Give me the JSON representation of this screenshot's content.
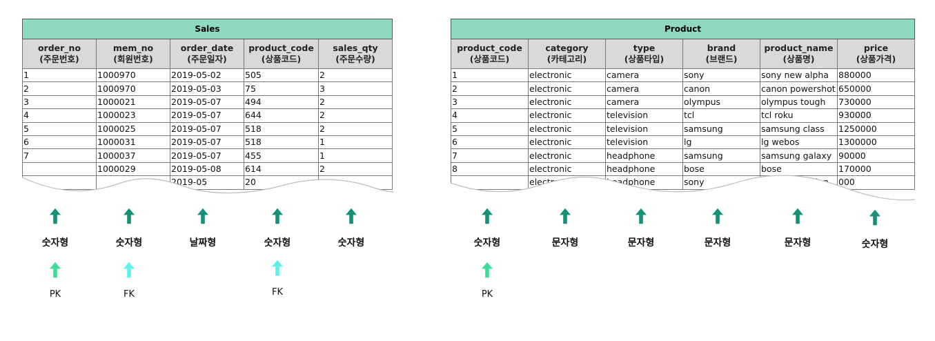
{
  "sales": {
    "title": "Sales",
    "columns": [
      {
        "name": "order_no",
        "korean": "(주문번호)"
      },
      {
        "name": "mem_no",
        "korean": "(회원번호)"
      },
      {
        "name": "order_date",
        "korean": "(주문일자)"
      },
      {
        "name": "product_code",
        "korean": "(상품코드)"
      },
      {
        "name": "sales_qty",
        "korean": "(주문수량)"
      }
    ],
    "rows": [
      [
        "1",
        "1000970",
        "2019-05-02",
        "505",
        "2"
      ],
      [
        "2",
        "1000970",
        "2019-05-03",
        "75",
        "3"
      ],
      [
        "3",
        "1000021",
        "2019-05-07",
        "494",
        "2"
      ],
      [
        "4",
        "1000023",
        "2019-05-07",
        "644",
        "2"
      ],
      [
        "5",
        "1000025",
        "2019-05-07",
        "518",
        "2"
      ],
      [
        "6",
        "1000031",
        "2019-05-07",
        "518",
        "1"
      ],
      [
        "7",
        "1000037",
        "2019-05-07",
        "455",
        "1"
      ],
      [
        "",
        "1000029",
        "2019-05-08",
        "614",
        "2"
      ],
      [
        "",
        "",
        "2019-05",
        "20",
        ""
      ]
    ],
    "types": [
      "숫자형",
      "숫자형",
      "날짜형",
      "숫자형",
      "숫자형"
    ],
    "keys": [
      {
        "label": "PK",
        "color": "#3ddc97"
      },
      {
        "label": "FK",
        "color": "#5cf2e8"
      },
      null,
      {
        "label": "FK",
        "color": "#5cf2e8"
      },
      null
    ]
  },
  "product": {
    "title": "Product",
    "columns": [
      {
        "name": "product_code",
        "korean": "(상품코드)"
      },
      {
        "name": "category",
        "korean": "(카테고리)"
      },
      {
        "name": "type",
        "korean": "(상품타입)"
      },
      {
        "name": "brand",
        "korean": "(브랜드)"
      },
      {
        "name": "product_name",
        "korean": "(상품명)"
      },
      {
        "name": "price",
        "korean": "(상품가격)"
      }
    ],
    "rows": [
      [
        "1",
        "electronic",
        "camera",
        "sony",
        "sony new alpha",
        "880000"
      ],
      [
        "2",
        "electronic",
        "camera",
        "canon",
        "canon powershot",
        "650000"
      ],
      [
        "3",
        "electronic",
        "camera",
        "olympus",
        "olympus tough",
        "730000"
      ],
      [
        "4",
        "electronic",
        "television",
        "tcl",
        "tcl roku",
        "930000"
      ],
      [
        "5",
        "electronic",
        "television",
        "samsung",
        "samsung class",
        "1250000"
      ],
      [
        "6",
        "electronic",
        "television",
        "lg",
        "lg webos",
        "1300000"
      ],
      [
        "7",
        "electronic",
        "headphone",
        "samsung",
        "samsung galaxy",
        "90000"
      ],
      [
        "8",
        "electronic",
        "headphone",
        "bose",
        "bose",
        "170000"
      ],
      [
        "",
        "electro",
        "headphone",
        "sony",
        "sony profession",
        "000"
      ]
    ],
    "types": [
      "숫자형",
      "문자형",
      "문자형",
      "문자형",
      "문자형",
      "숫자형"
    ],
    "keys": [
      {
        "label": "PK",
        "color": "#3ddc97"
      },
      null,
      null,
      null,
      null,
      null
    ]
  },
  "colors": {
    "title_bg": "#8fd9bf",
    "header_bg": "#d9d9d9",
    "type_arrow": "#17907a"
  }
}
